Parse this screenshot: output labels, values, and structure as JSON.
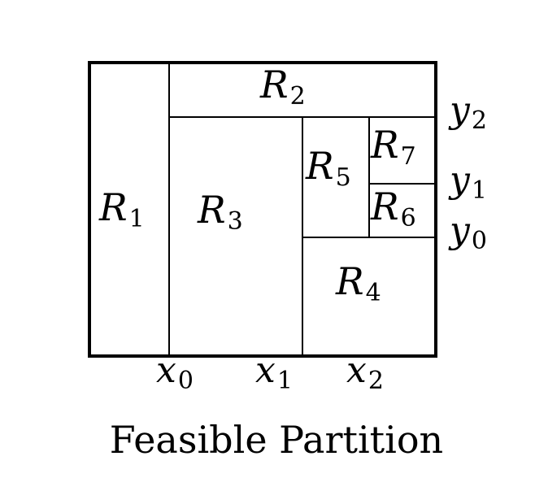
{
  "regions": [
    {
      "id": "R1",
      "var": "R",
      "sub": "1"
    },
    {
      "id": "R2",
      "var": "R",
      "sub": "2"
    },
    {
      "id": "R3",
      "var": "R",
      "sub": "3"
    },
    {
      "id": "R4",
      "var": "R",
      "sub": "4"
    },
    {
      "id": "R5",
      "var": "R",
      "sub": "5"
    },
    {
      "id": "R6",
      "var": "R",
      "sub": "6"
    },
    {
      "id": "R7",
      "var": "R",
      "sub": "7"
    }
  ],
  "x_ticks": [
    {
      "var": "x",
      "sub": "0"
    },
    {
      "var": "x",
      "sub": "1"
    },
    {
      "var": "x",
      "sub": "2"
    }
  ],
  "y_ticks": [
    {
      "var": "y",
      "sub": "2"
    },
    {
      "var": "y",
      "sub": "1"
    },
    {
      "var": "y",
      "sub": "0"
    }
  ],
  "caption": "Feasible Partition",
  "colors": {
    "line": "#000000",
    "background": "#ffffff"
  }
}
